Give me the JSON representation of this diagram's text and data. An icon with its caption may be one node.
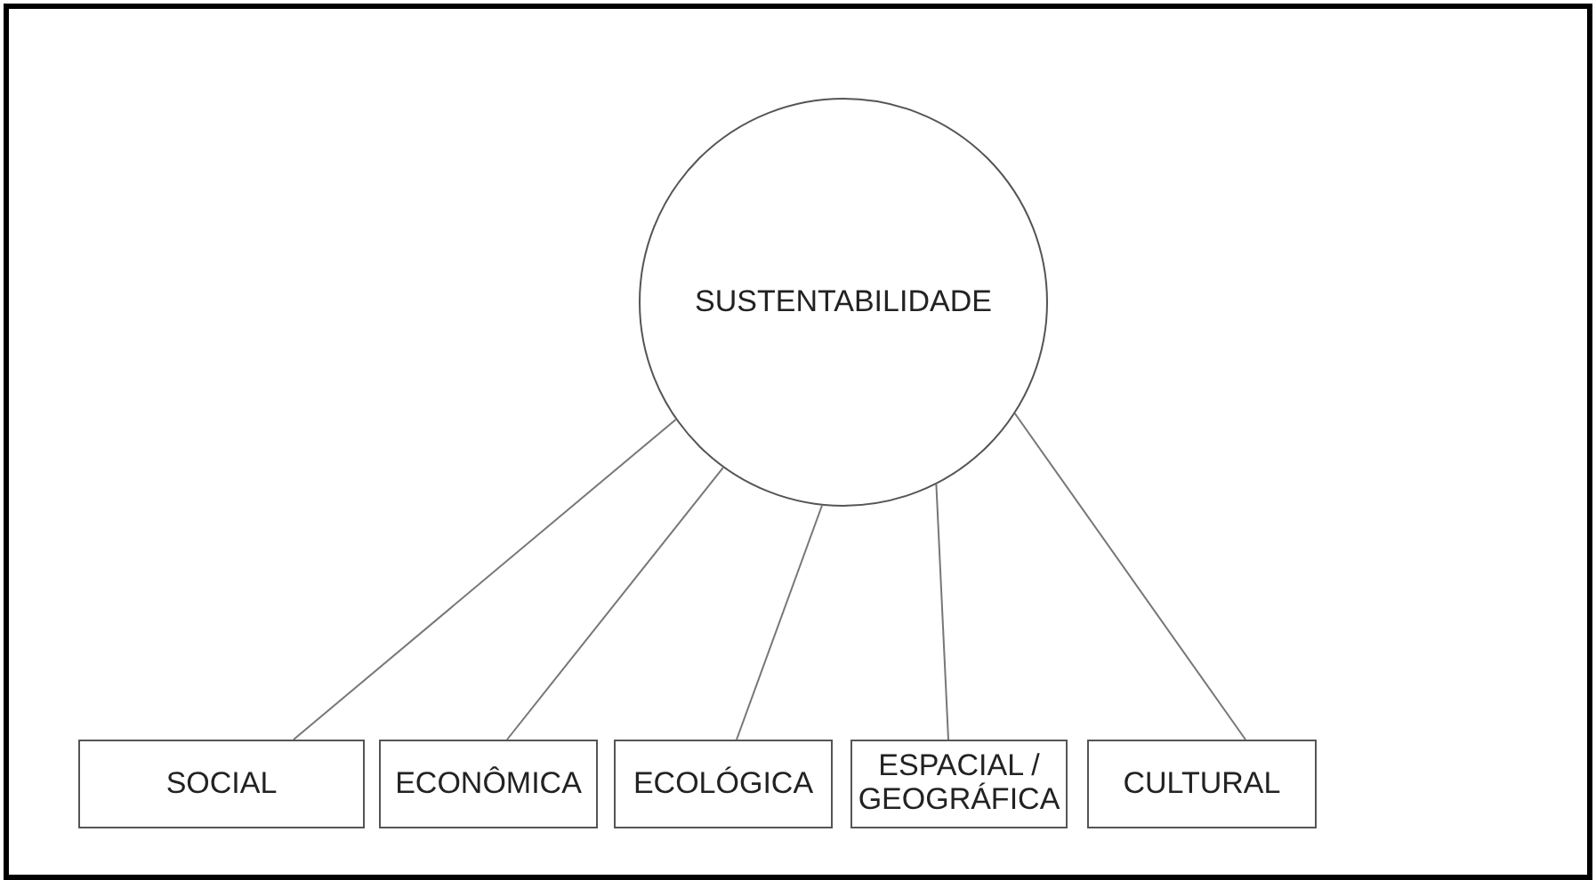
{
  "diagram": {
    "nodes": [
      {
        "text": [
          "SUSTENTABILIDADE"
        ]
      },
      {
        "text": [
          "SOCIAL"
        ]
      },
      {
        "text": [
          "ECONÔMICA"
        ]
      },
      {
        "text": [
          "ECOLÓGICA"
        ]
      },
      {
        "text": [
          "ESPACIAL / GEOGRÁFICA"
        ]
      },
      {
        "text": [
          "CULTURAL"
        ]
      }
    ],
    "edges": [
      {
        "from": 0,
        "to": 1,
        "arrow": "none"
      },
      {
        "from": 0,
        "to": 2,
        "arrow": "none"
      },
      {
        "from": 0,
        "to": 3,
        "arrow": "none"
      },
      {
        "from": 0,
        "to": 4,
        "arrow": "none"
      },
      {
        "from": 0,
        "to": 5,
        "arrow": "none"
      }
    ]
  }
}
